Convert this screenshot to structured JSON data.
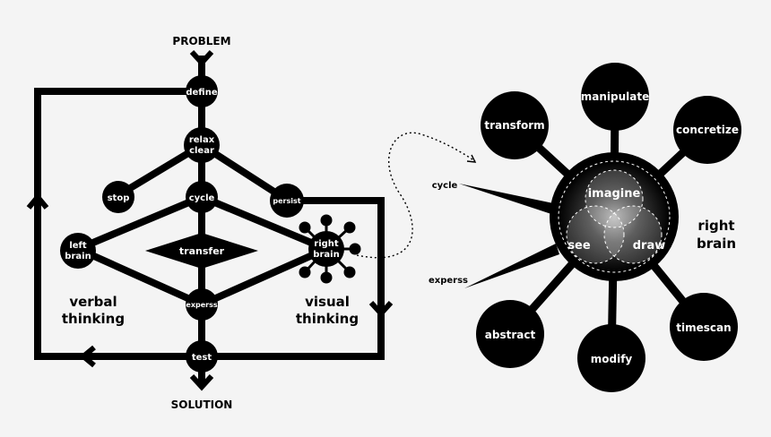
{
  "flowchart": {
    "title_top": "PROBLEM",
    "title_bottom": "SOLUTION",
    "nodes": {
      "define": "define",
      "relax_line1": "relax",
      "relax_line2": "clear",
      "stop": "stop",
      "cycle": "cycle",
      "persist": "persist",
      "left_brain_line1": "left",
      "left_brain_line2": "brain",
      "right_brain_line1": "right",
      "right_brain_line2": "brain",
      "transfer": "transfer",
      "experss": "experss",
      "test": "test"
    },
    "verbal_line1": "verbal",
    "verbal_line2": "thinking",
    "visual_line1": "visual",
    "visual_line2": "thinking"
  },
  "right_brain_map": {
    "cycle_label": "cycle",
    "experss_label": "experss",
    "center": {
      "imagine": "imagine",
      "see": "see",
      "draw": "draw"
    },
    "satellites": {
      "transform": "transform",
      "manipulate": "manipulate",
      "concretize": "concretize",
      "abstract": "abstract",
      "modify": "modify",
      "timescan": "timescan"
    },
    "side_label_line1": "right",
    "side_label_line2": "brain"
  },
  "colors": {
    "background": "#f4f4f4",
    "ink": "#000000",
    "text_on_ink": "#ffffff"
  }
}
